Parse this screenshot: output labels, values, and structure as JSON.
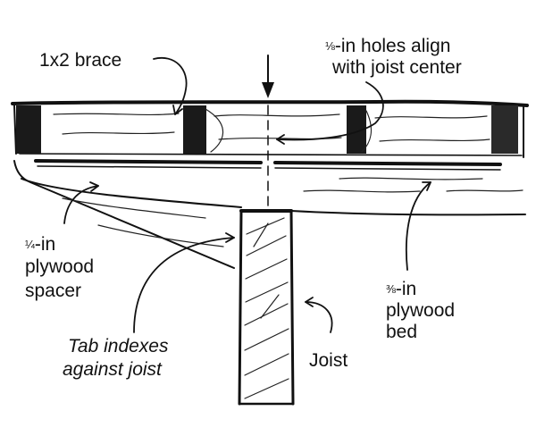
{
  "labels": {
    "brace": "1x2 brace",
    "holes_fraction": "⅛",
    "holes_line1": "-in  holes align",
    "holes_line2": "with joist center",
    "spacer_fraction": "¼",
    "spacer_line1": "-in",
    "spacer_line2": "plywood",
    "spacer_line3": "spacer",
    "bed_fraction": "⅜",
    "bed_line1": "-in",
    "bed_line2": "plywood",
    "bed_line3": "bed",
    "tab_line1": "Tab indexes",
    "tab_line2": "against joist",
    "joist": "Joist"
  }
}
